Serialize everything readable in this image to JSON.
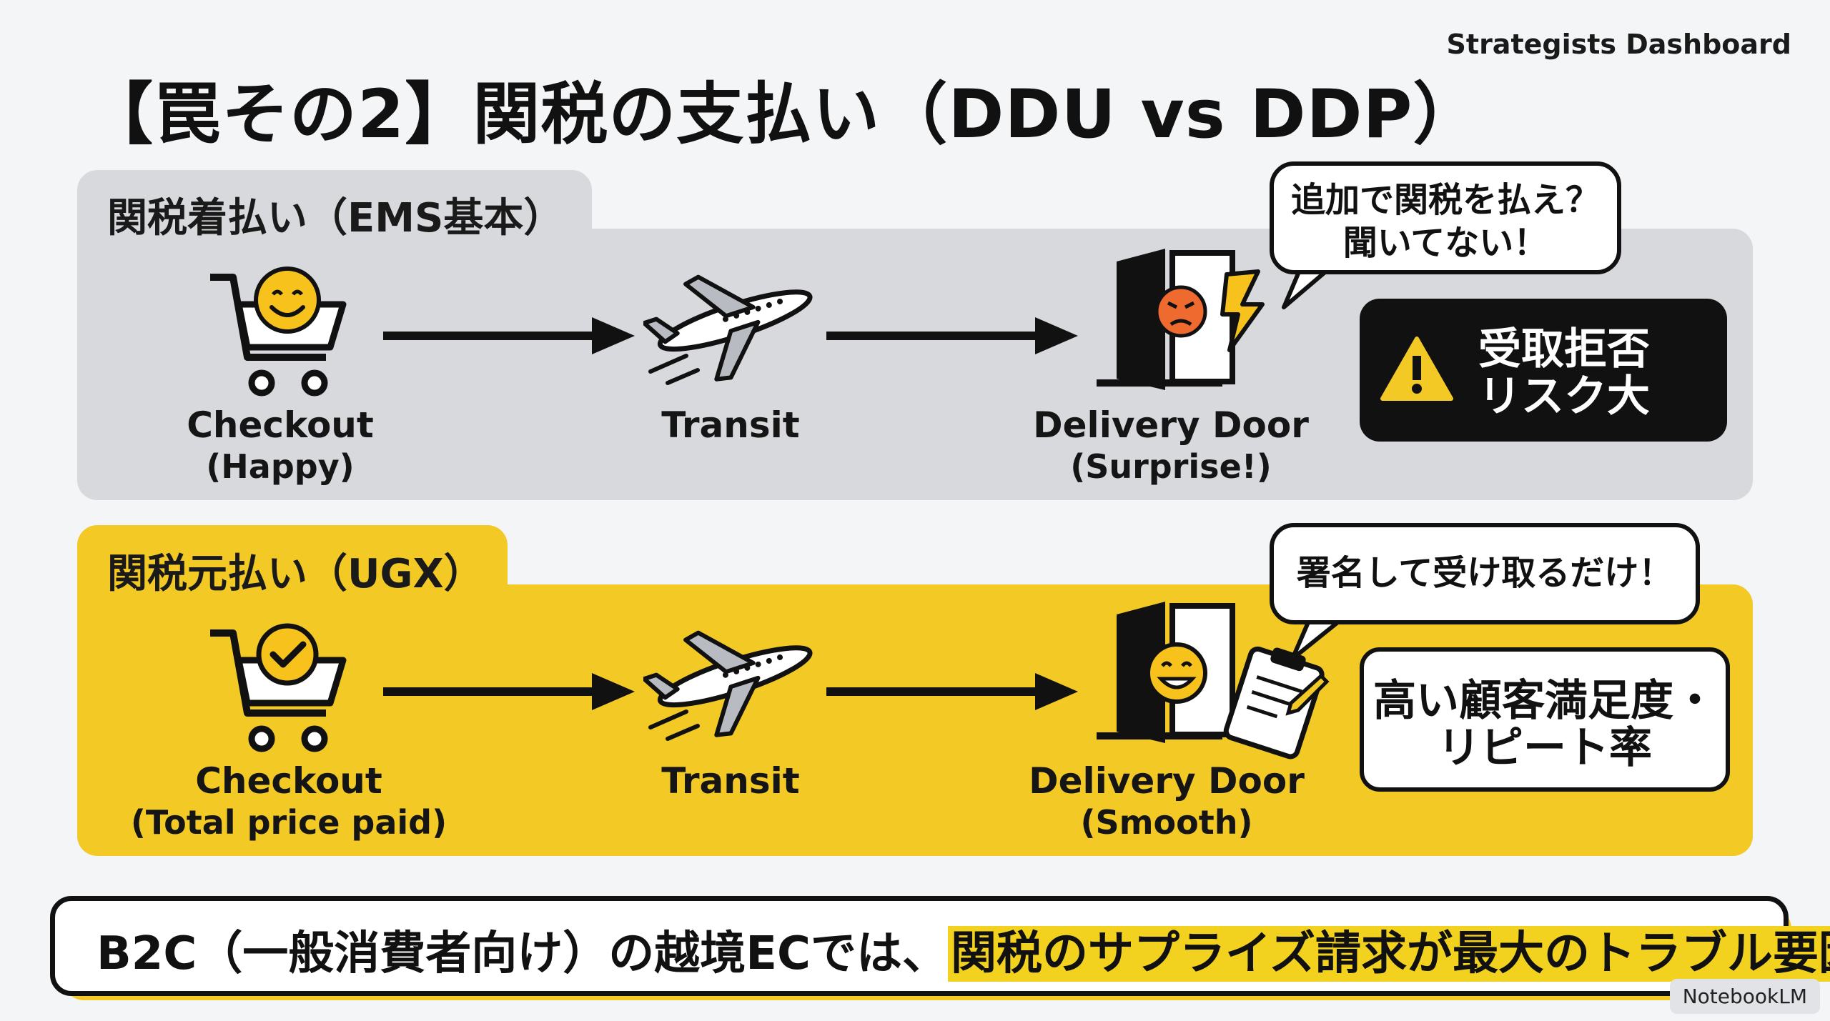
{
  "brand": "Strategists Dashboard",
  "title": "【罠その2】関税の支払い（DDU vs DDP）",
  "ddu": {
    "tab_label": "関税着払い（EMS基本）",
    "steps": [
      {
        "label": "Checkout",
        "sub": "(Happy)"
      },
      {
        "label": "Transit",
        "sub": ""
      },
      {
        "label": "Delivery Door",
        "sub": "(Surprise!)"
      }
    ],
    "bubble": "追加で関税を払え？\n聞いてない！",
    "result": "受取拒否\nリスク大"
  },
  "ddp": {
    "tab_label": "関税元払い（UGX）",
    "steps": [
      {
        "label": "Checkout",
        "sub": "(Total price paid)"
      },
      {
        "label": "Transit",
        "sub": ""
      },
      {
        "label": "Delivery Door",
        "sub": "(Smooth)"
      }
    ],
    "bubble": "署名して受け取るだけ！",
    "result": "高い顧客満足度・\nリピート率"
  },
  "footer": {
    "plain": "B2C（一般消費者向け）の越境ECでは、",
    "highlight": "関税のサプライズ請求が最大のトラブル要因",
    "end": "。"
  },
  "watermark": "NotebookLM",
  "colors": {
    "accent_yellow": "#f2c925",
    "panel_gray": "#d8d9dc",
    "ink": "#111111"
  }
}
